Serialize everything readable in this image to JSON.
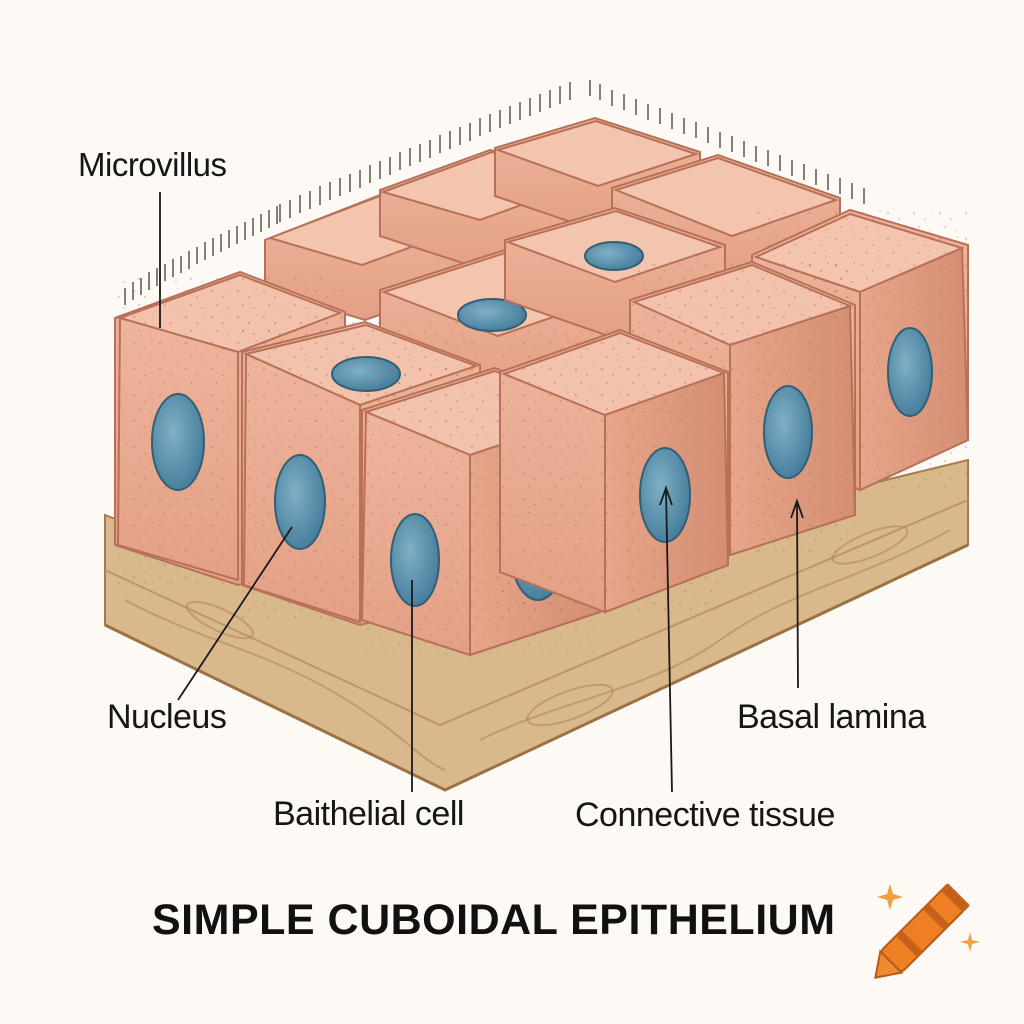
{
  "labels": {
    "microvillus": "Microvillus",
    "nucleus": "Nucleus",
    "epithelial_cell": "Baithelial cell",
    "connective_tissue": "Connective tissue",
    "basal_lamina": "Basal lamina"
  },
  "title": "SIMPLE CUBOIDAL EPITHELIUM",
  "colors": {
    "cell_front": "#e8ab92",
    "cell_side": "#dc9a80",
    "cell_top": "#f2c2ac",
    "cell_outline": "#b87058",
    "nucleus": "#4f8aa6",
    "connective_tissue": "#d6b586",
    "crayon": "#ef7f25"
  },
  "icons": {
    "crayon": "crayon-icon",
    "sparkle": "sparkle-icon"
  }
}
